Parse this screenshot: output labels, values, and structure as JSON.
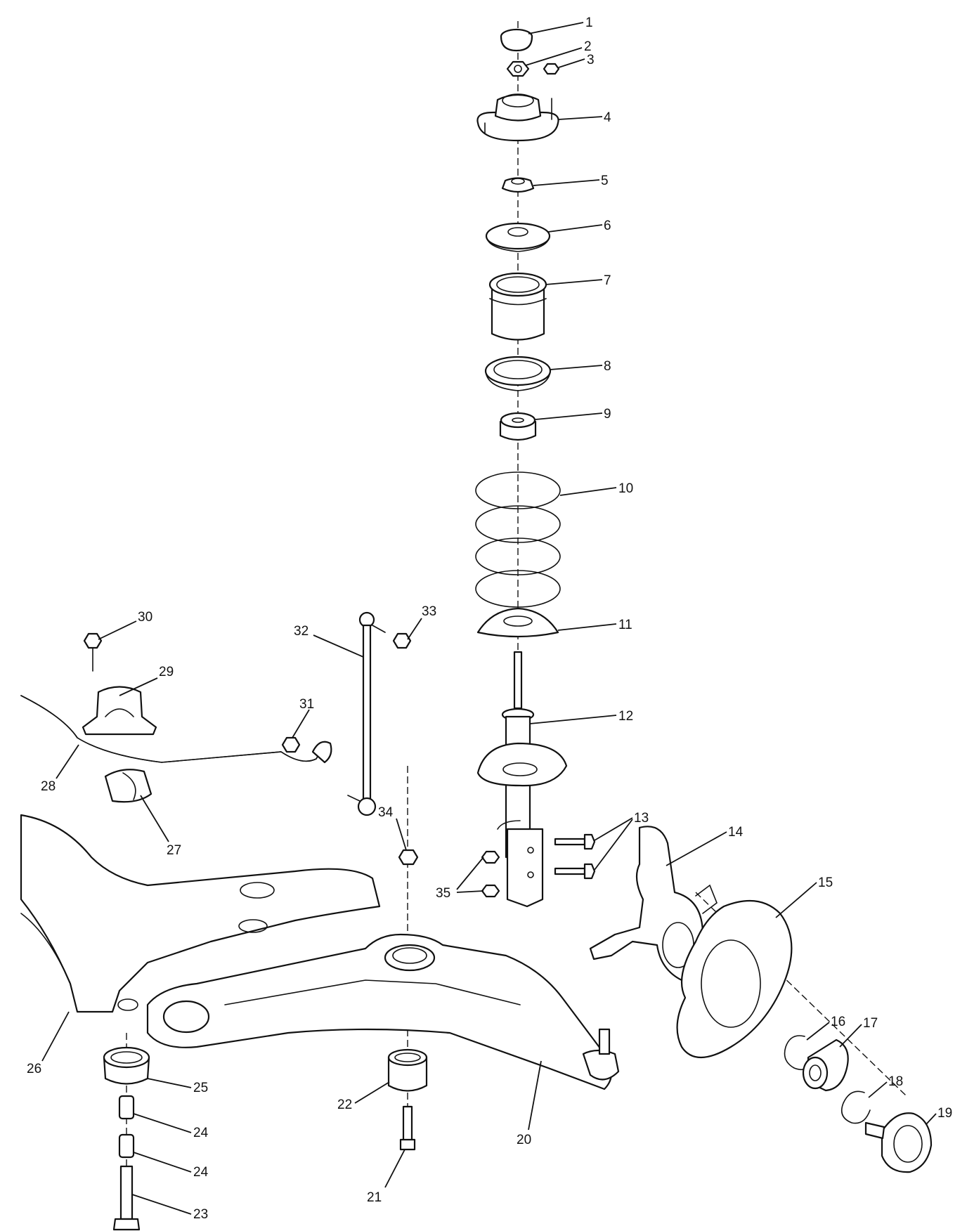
{
  "callouts": {
    "c1": "1",
    "c2": "2",
    "c3": "3",
    "c4": "4",
    "c5": "5",
    "c6": "6",
    "c7": "7",
    "c8": "8",
    "c9": "9",
    "c10": "10",
    "c11": "11",
    "c12": "12",
    "c13": "13",
    "c14": "14",
    "c15": "15",
    "c16": "16",
    "c17": "17",
    "c18": "18",
    "c19": "19",
    "c20": "20",
    "c21": "21",
    "c22": "22",
    "c23": "23",
    "c24a": "24",
    "c24b": "24",
    "c25": "25",
    "c26": "26",
    "c27": "27",
    "c28": "28",
    "c29": "29",
    "c30": "30",
    "c31": "31",
    "c32": "32",
    "c33": "33",
    "c34": "34",
    "c35": "35"
  },
  "colors": {
    "ink": "#111111",
    "paper": "#ffffff"
  }
}
